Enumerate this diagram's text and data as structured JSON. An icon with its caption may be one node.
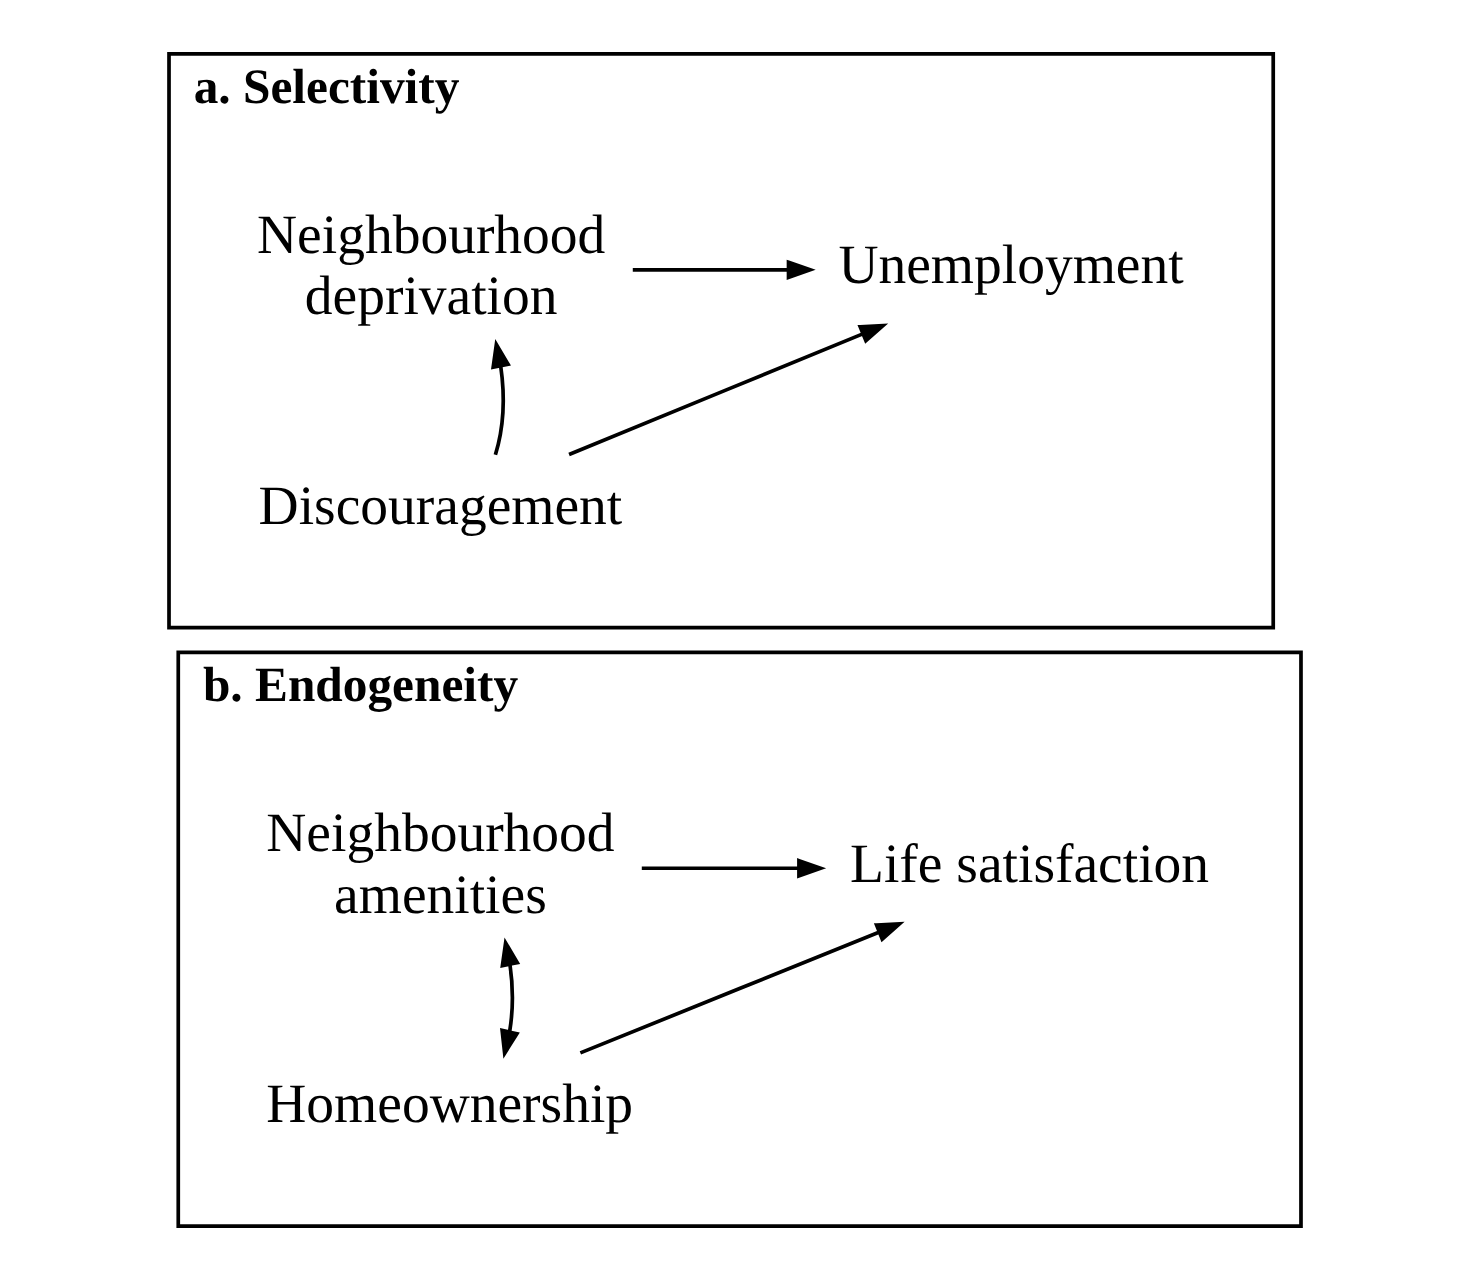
{
  "diagram": {
    "nodes": [
      {
        "text": [
          "a. Selectivity"
        ]
      },
      {
        "text": [
          "Neighbourhood deprivation"
        ],
        "in": 0
      },
      {
        "text": [
          "Unemployment"
        ],
        "in": 0
      },
      {
        "text": [
          "Discouragement"
        ],
        "in": 0
      },
      {
        "text": [
          "b. Endogeneity"
        ]
      },
      {
        "text": [
          "Neighbourhood amenities"
        ],
        "in": 4
      },
      {
        "text": [
          "Life satisfaction"
        ],
        "in": 4
      },
      {
        "text": [
          "Homeownership"
        ],
        "in": 4
      }
    ],
    "edges": [
      {
        "from": 1,
        "to": 2,
        "arrow": "to"
      },
      {
        "from": 3,
        "to": 1,
        "arrow": "to"
      },
      {
        "from": 3,
        "to": 2,
        "arrow": "to"
      },
      {
        "from": 5,
        "to": 6,
        "arrow": "to"
      },
      {
        "from": 5,
        "to": 7,
        "arrow": "both"
      },
      {
        "from": 7,
        "to": 6,
        "arrow": "to"
      }
    ]
  }
}
